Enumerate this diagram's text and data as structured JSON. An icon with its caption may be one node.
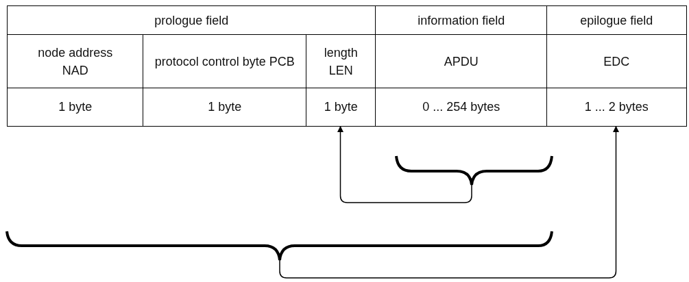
{
  "diagram": {
    "nodes": [
      {
        "text": [
          "prologue field"
        ]
      },
      {
        "text": [
          "information field"
        ]
      },
      {
        "text": [
          "epilogue field"
        ]
      },
      {
        "text": [
          "node address NAD"
        ]
      },
      {
        "text": [
          "protocol control byte PCB"
        ]
      },
      {
        "text": [
          "length LEN"
        ]
      },
      {
        "text": [
          "APDU"
        ]
      },
      {
        "text": [
          "EDC"
        ]
      },
      {
        "text": [
          "1 byte"
        ]
      },
      {
        "text": [
          "1 byte"
        ]
      },
      {
        "text": [
          "1 byte"
        ]
      },
      {
        "text": [
          "0 ... 254 bytes"
        ]
      },
      {
        "text": [
          "1 ... 2 bytes"
        ]
      },
      {
        "text": [],
        "shape": "brace"
      },
      {
        "text": [],
        "shape": "brace"
      }
    ],
    "edges": [
      {
        "from": 13,
        "to": 10,
        "arrow": "to"
      },
      {
        "from": 14,
        "to": 12,
        "arrow": "to"
      }
    ]
  }
}
